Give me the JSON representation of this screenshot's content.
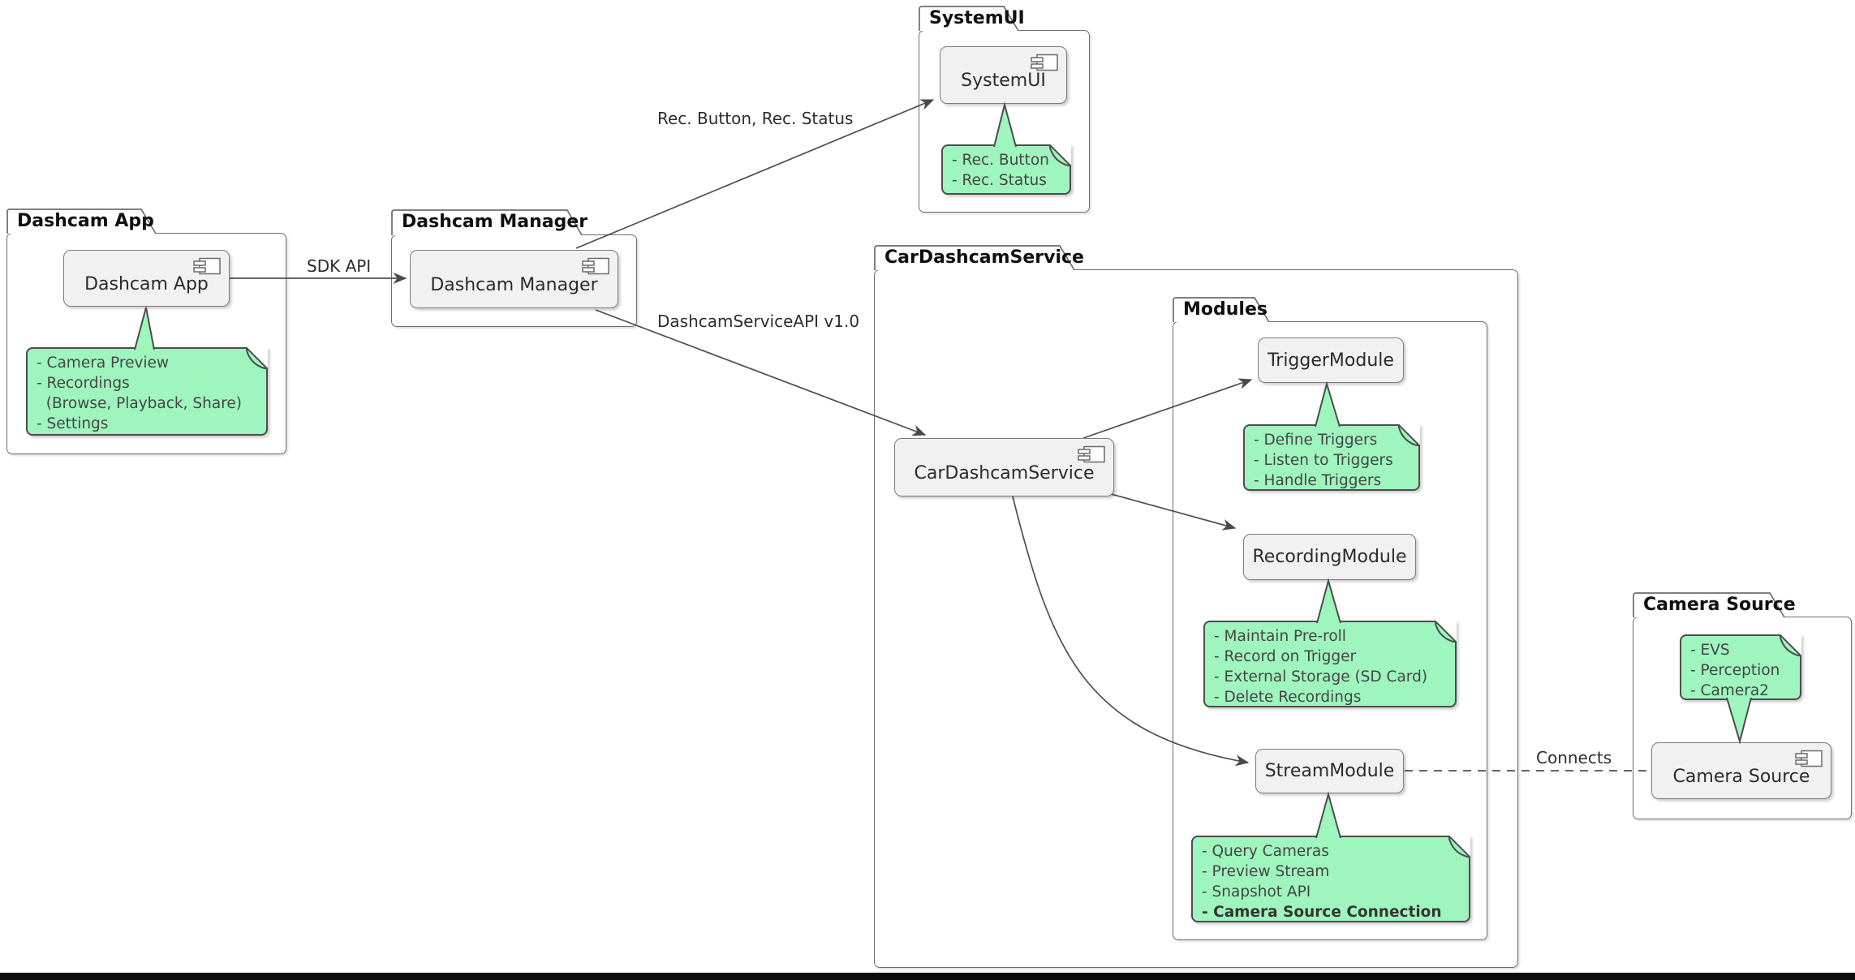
{
  "diagram": {
    "kind": "uml-component-diagram"
  },
  "colors": {
    "note_fill": "#9ff5be",
    "note_border": "#4d4d4d",
    "component_fill": "#f1f1f1",
    "component_border": "#7c7c7c",
    "package_border": "#6d6d6d",
    "line": "#4f4f4f",
    "bottom_bar": "#0c0c0c"
  },
  "packages": {
    "dashcam_app": {
      "title": "Dashcam App"
    },
    "dashcam_manager": {
      "title": "Dashcam Manager"
    },
    "system_ui": {
      "title": "SystemUI"
    },
    "car_dashcam_service": {
      "title": "CarDashcamService"
    },
    "modules": {
      "title": "Modules"
    },
    "camera_source": {
      "title": "Camera Source"
    }
  },
  "components": {
    "dashcam_app": {
      "label": "Dashcam App"
    },
    "dashcam_manager": {
      "label": "Dashcam Manager"
    },
    "system_ui": {
      "label": "SystemUI"
    },
    "car_dashcam_service": {
      "label": "CarDashcamService"
    },
    "trigger_module": {
      "label": "TriggerModule"
    },
    "recording_module": {
      "label": "RecordingModule"
    },
    "stream_module": {
      "label": "StreamModule"
    },
    "camera_source": {
      "label": "Camera Source"
    }
  },
  "notes": {
    "dashcam_app": {
      "lines": [
        "- Camera Preview",
        "- Recordings",
        "  (Browse, Playback, Share)",
        "- Settings"
      ]
    },
    "system_ui": {
      "lines": [
        "- Rec. Button",
        "- Rec. Status"
      ]
    },
    "trigger_module": {
      "lines": [
        "- Define Triggers",
        "- Listen to Triggers",
        "- Handle Triggers"
      ]
    },
    "recording_module": {
      "lines": [
        "- Maintain Pre-roll",
        "- Record on Trigger",
        "- External Storage (SD Card)",
        "- Delete Recordings"
      ]
    },
    "stream_module": {
      "lines": [
        "- Query Cameras",
        "- Preview Stream",
        "- Snapshot API"
      ],
      "bold_line": "- Camera Source Connection"
    },
    "camera_source": {
      "lines": [
        "- EVS",
        "- Perception",
        "- Camera2"
      ]
    }
  },
  "edges": {
    "sdk_api": {
      "label": "SDK API"
    },
    "rec_button_status": {
      "label": "Rec. Button, Rec. Status"
    },
    "dashcam_service_api": {
      "label": "DashcamServiceAPI v1.0"
    },
    "connects": {
      "label": "Connects"
    }
  }
}
